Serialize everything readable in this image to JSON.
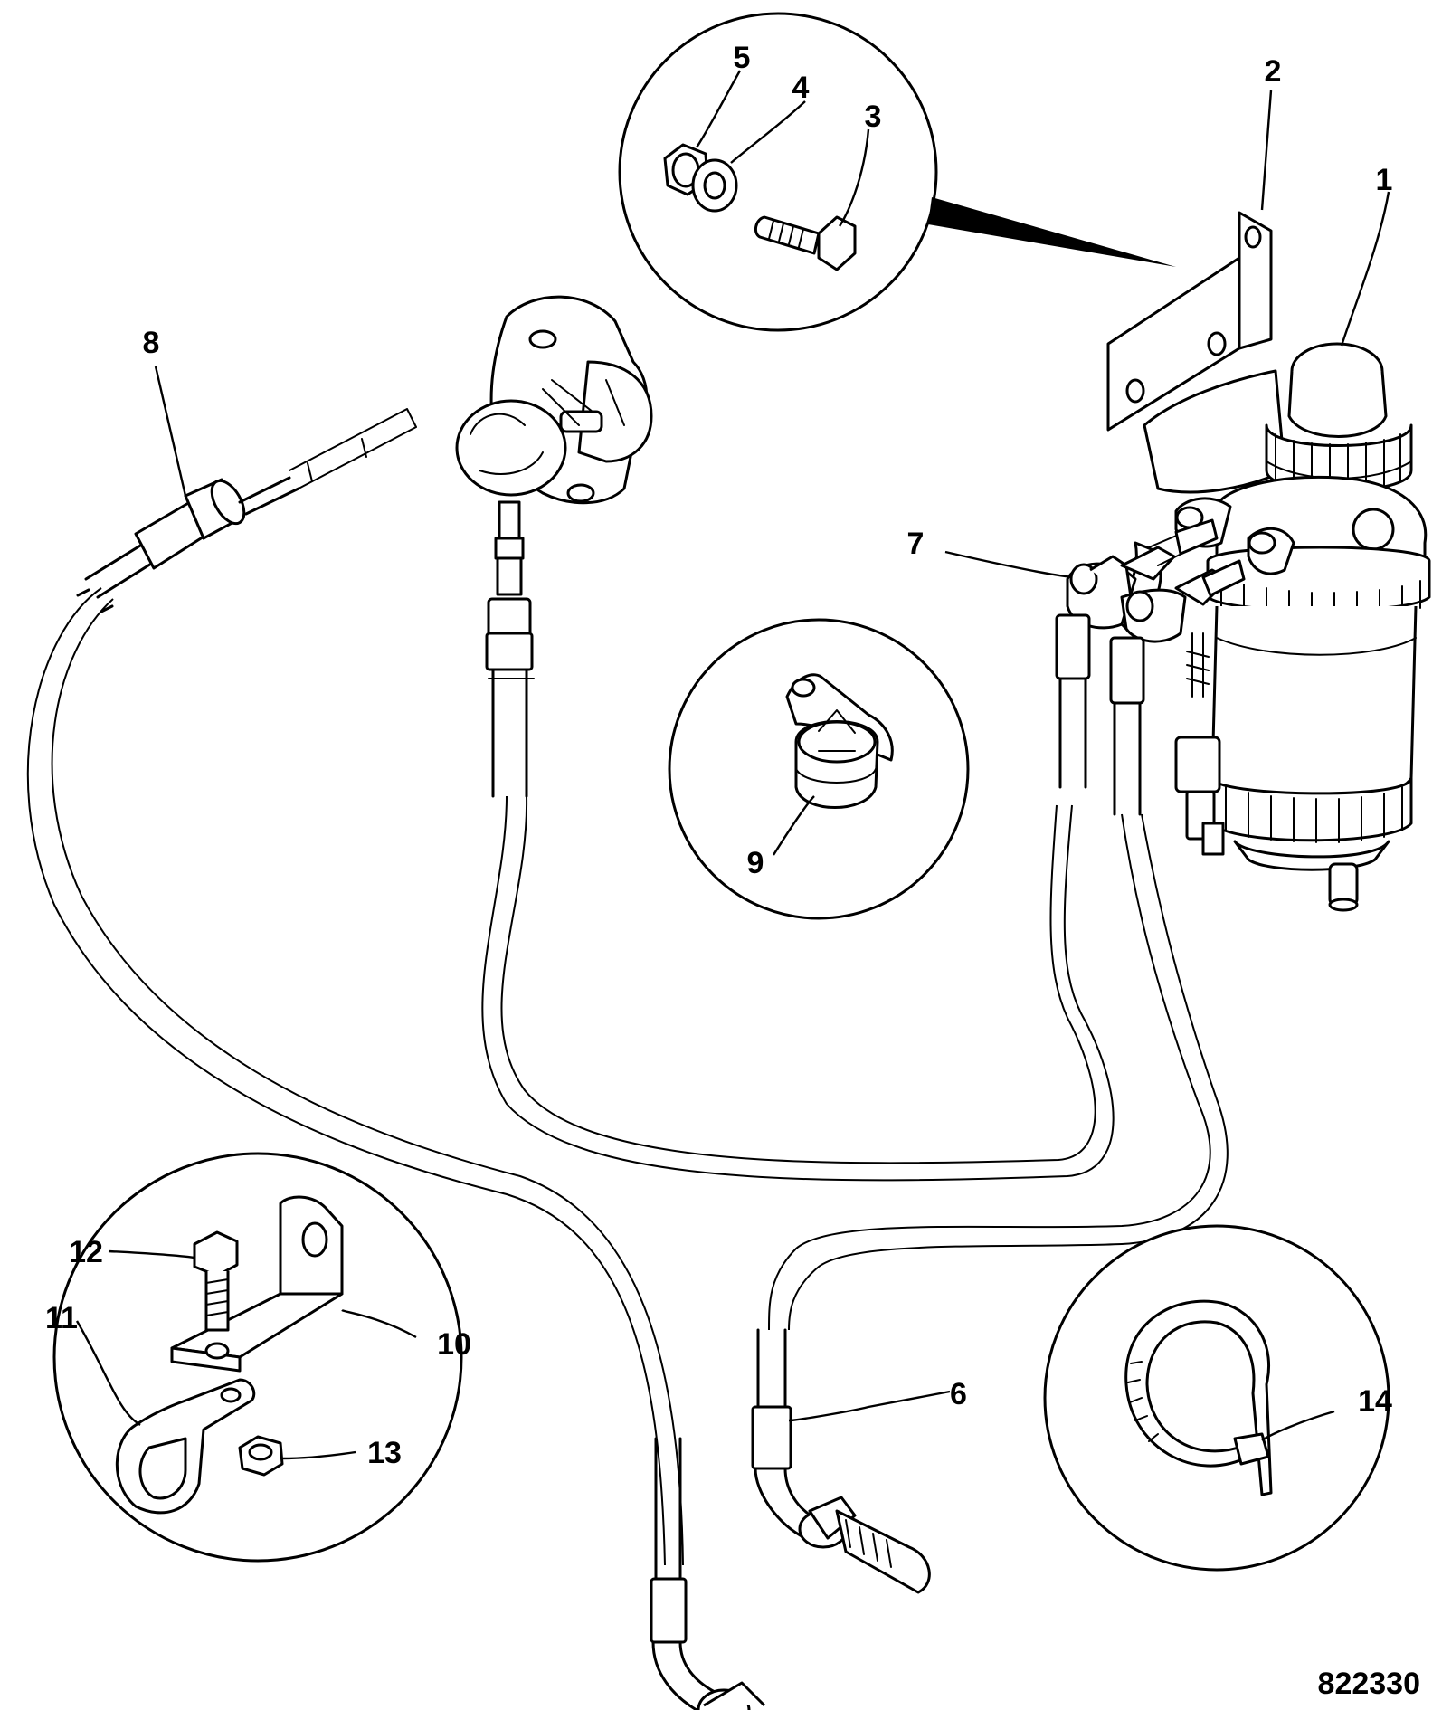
{
  "diagram": {
    "reference_number": "822330",
    "callouts": [
      {
        "id": "1",
        "text": "1"
      },
      {
        "id": "2",
        "text": "2"
      },
      {
        "id": "3",
        "text": "3"
      },
      {
        "id": "4",
        "text": "4"
      },
      {
        "id": "5",
        "text": "5"
      },
      {
        "id": "6",
        "text": "6"
      },
      {
        "id": "7",
        "text": "7"
      },
      {
        "id": "8",
        "text": "8"
      },
      {
        "id": "9",
        "text": "9"
      },
      {
        "id": "10",
        "text": "10"
      },
      {
        "id": "11",
        "text": "11"
      },
      {
        "id": "12",
        "text": "12"
      },
      {
        "id": "13",
        "text": "13"
      },
      {
        "id": "14",
        "text": "14"
      }
    ]
  }
}
